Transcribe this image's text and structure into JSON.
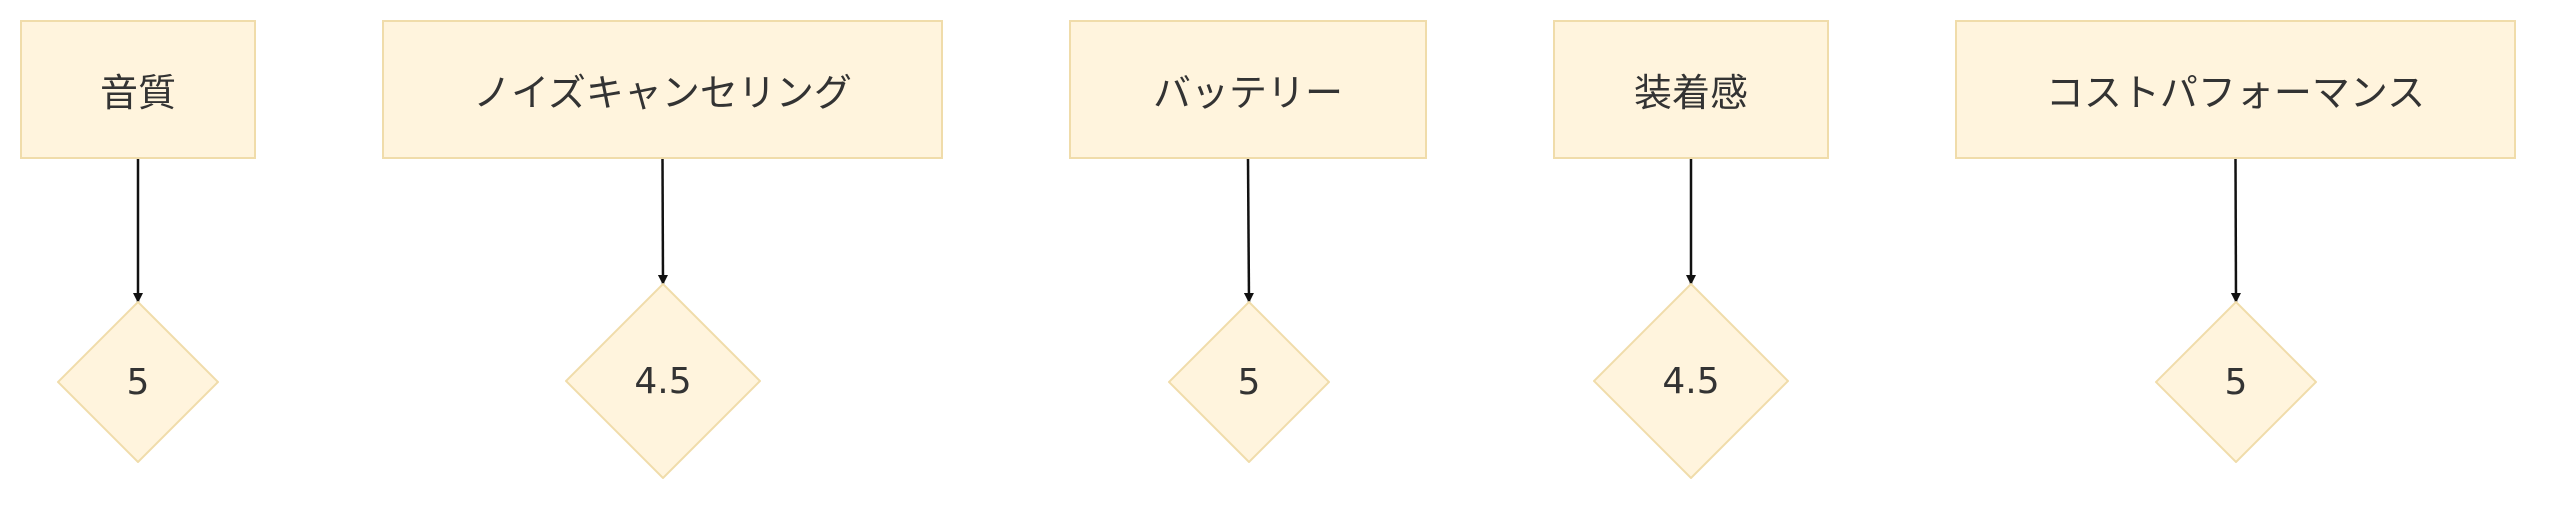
{
  "colors": {
    "node_fill": "#fff4dd",
    "node_border": "#f0dcaa",
    "edge": "#111111",
    "text": "#333333"
  },
  "criteria": [
    {
      "label": "音質",
      "score": "5"
    },
    {
      "label": "ノイズキャンセリング",
      "score": "4.5"
    },
    {
      "label": "バッテリー",
      "score": "5"
    },
    {
      "label": "装着感",
      "score": "4.5"
    },
    {
      "label": "コストパフォーマンス",
      "score": "5"
    }
  ]
}
